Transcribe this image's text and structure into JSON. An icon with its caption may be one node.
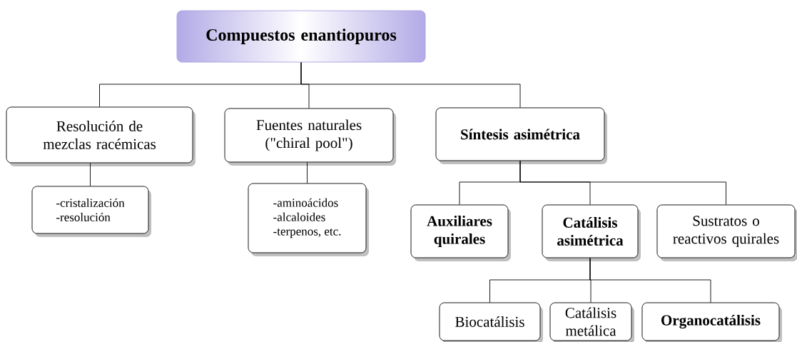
{
  "diagram": {
    "nodes": [
      {
        "text": [
          "Compuestos enantiopuros"
        ]
      },
      {
        "text": [
          "Resolución de mezclas racémicas"
        ]
      },
      {
        "text": [
          "-cristalización",
          "-resolución"
        ]
      },
      {
        "text": [
          "Fuentes naturales (\"chiral pool\")"
        ]
      },
      {
        "text": [
          "-aminoácidos",
          "-alcaloides",
          "-terpenos, etc."
        ]
      },
      {
        "text": [
          "Síntesis asimétrica"
        ]
      },
      {
        "text": [
          "Auxiliares quirales"
        ]
      },
      {
        "text": [
          "Catálisis asimétrica"
        ]
      },
      {
        "text": [
          "Sustratos o reactivos quirales"
        ]
      },
      {
        "text": [
          "Biocatálisis"
        ]
      },
      {
        "text": [
          "Catálisis metálica"
        ]
      },
      {
        "text": [
          "Organocatálisis"
        ]
      }
    ],
    "edges": [
      {
        "from": 0,
        "to": 1,
        "arrow": "none"
      },
      {
        "from": 0,
        "to": 3,
        "arrow": "none"
      },
      {
        "from": 0,
        "to": 5,
        "arrow": "none"
      },
      {
        "from": 1,
        "to": 2,
        "arrow": "none"
      },
      {
        "from": 3,
        "to": 4,
        "arrow": "none"
      },
      {
        "from": 5,
        "to": 6,
        "arrow": "none"
      },
      {
        "from": 5,
        "to": 7,
        "arrow": "none"
      },
      {
        "from": 5,
        "to": 8,
        "arrow": "none"
      },
      {
        "from": 7,
        "to": 9,
        "arrow": "none"
      },
      {
        "from": 7,
        "to": 10,
        "arrow": "none"
      },
      {
        "from": 7,
        "to": 11,
        "arrow": "none"
      }
    ]
  }
}
